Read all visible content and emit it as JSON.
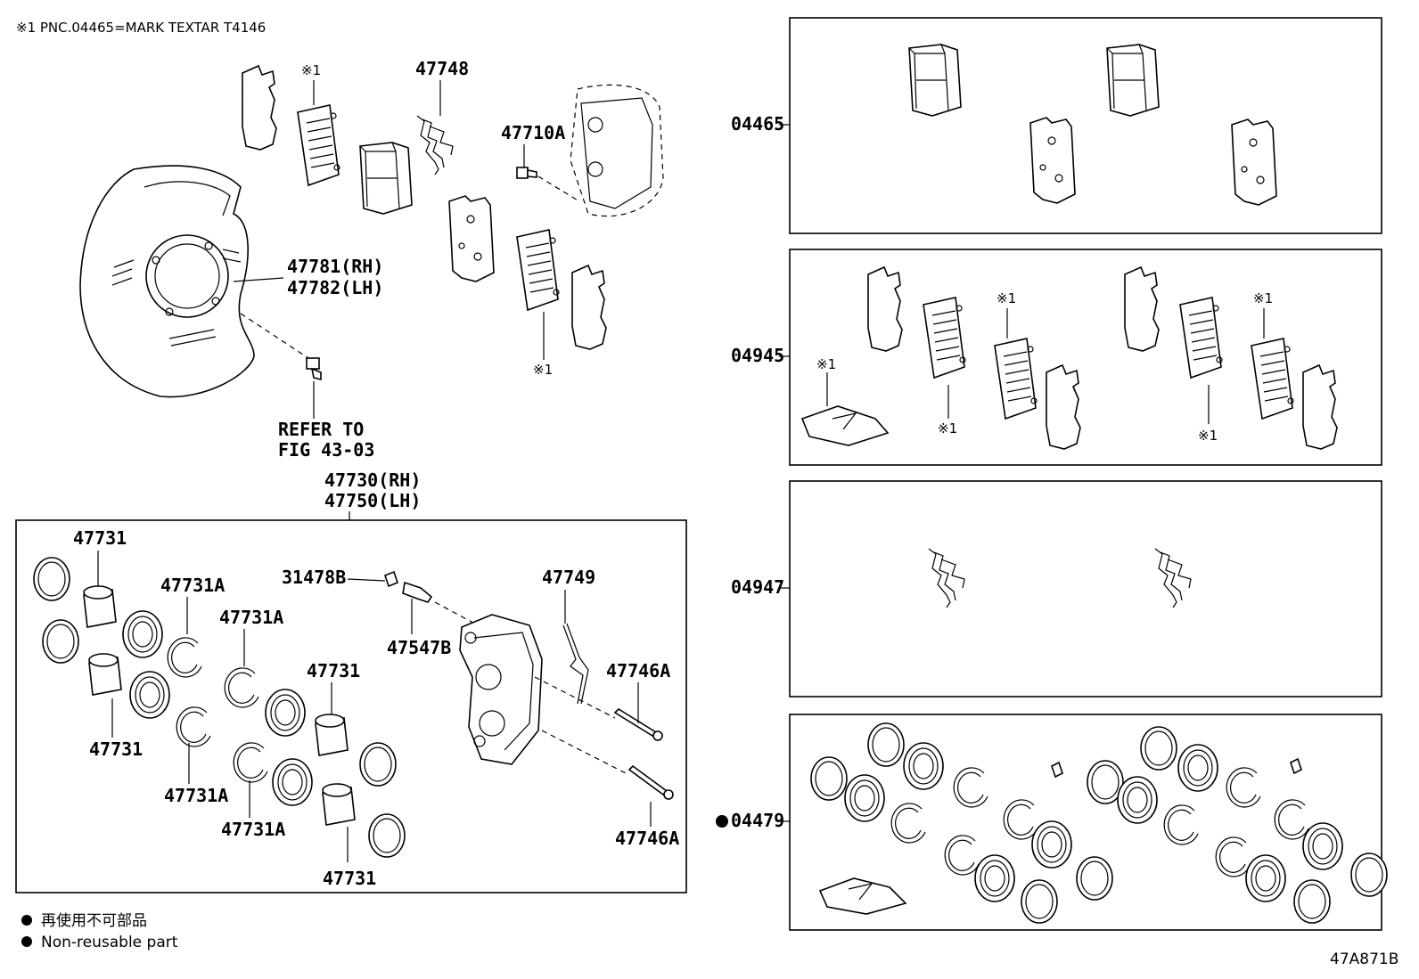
{
  "note": "※1 PNC.04465=MARK TEXTAR T4146",
  "figure_code": "47A871B",
  "legend": {
    "line1": "再使用不可部品",
    "line2": "Non-reusable part"
  },
  "labels": {
    "pad_mark_top": "※1",
    "pad_mark_bottom": "※1",
    "p47748": "47748",
    "p47710A": "47710A",
    "p47781": "47781(RH)",
    "p47782": "47782(LH)",
    "refer1": "REFER TO",
    "refer2": "FIG 43-03",
    "p47730": "47730(RH)",
    "p47750": "47750(LH)",
    "p47731_a": "47731",
    "p47731A_a": "47731A",
    "p47731A_b": "47731A",
    "p47731_b": "47731",
    "p47731_c": "47731",
    "p47731A_c": "47731A",
    "p47731A_d": "47731A",
    "p47731_d": "47731",
    "p31478B": "31478B",
    "p47547B": "47547B",
    "p47749": "47749",
    "p47746A_a": "47746A",
    "p47746A_b": "47746A"
  },
  "kits": [
    {
      "code": "04465",
      "marks": []
    },
    {
      "code": "04945",
      "marks": [
        "※1",
        "※1",
        "※1",
        "※1",
        "※1"
      ]
    },
    {
      "code": "04947",
      "marks": []
    },
    {
      "code": "04479",
      "marks": []
    }
  ]
}
